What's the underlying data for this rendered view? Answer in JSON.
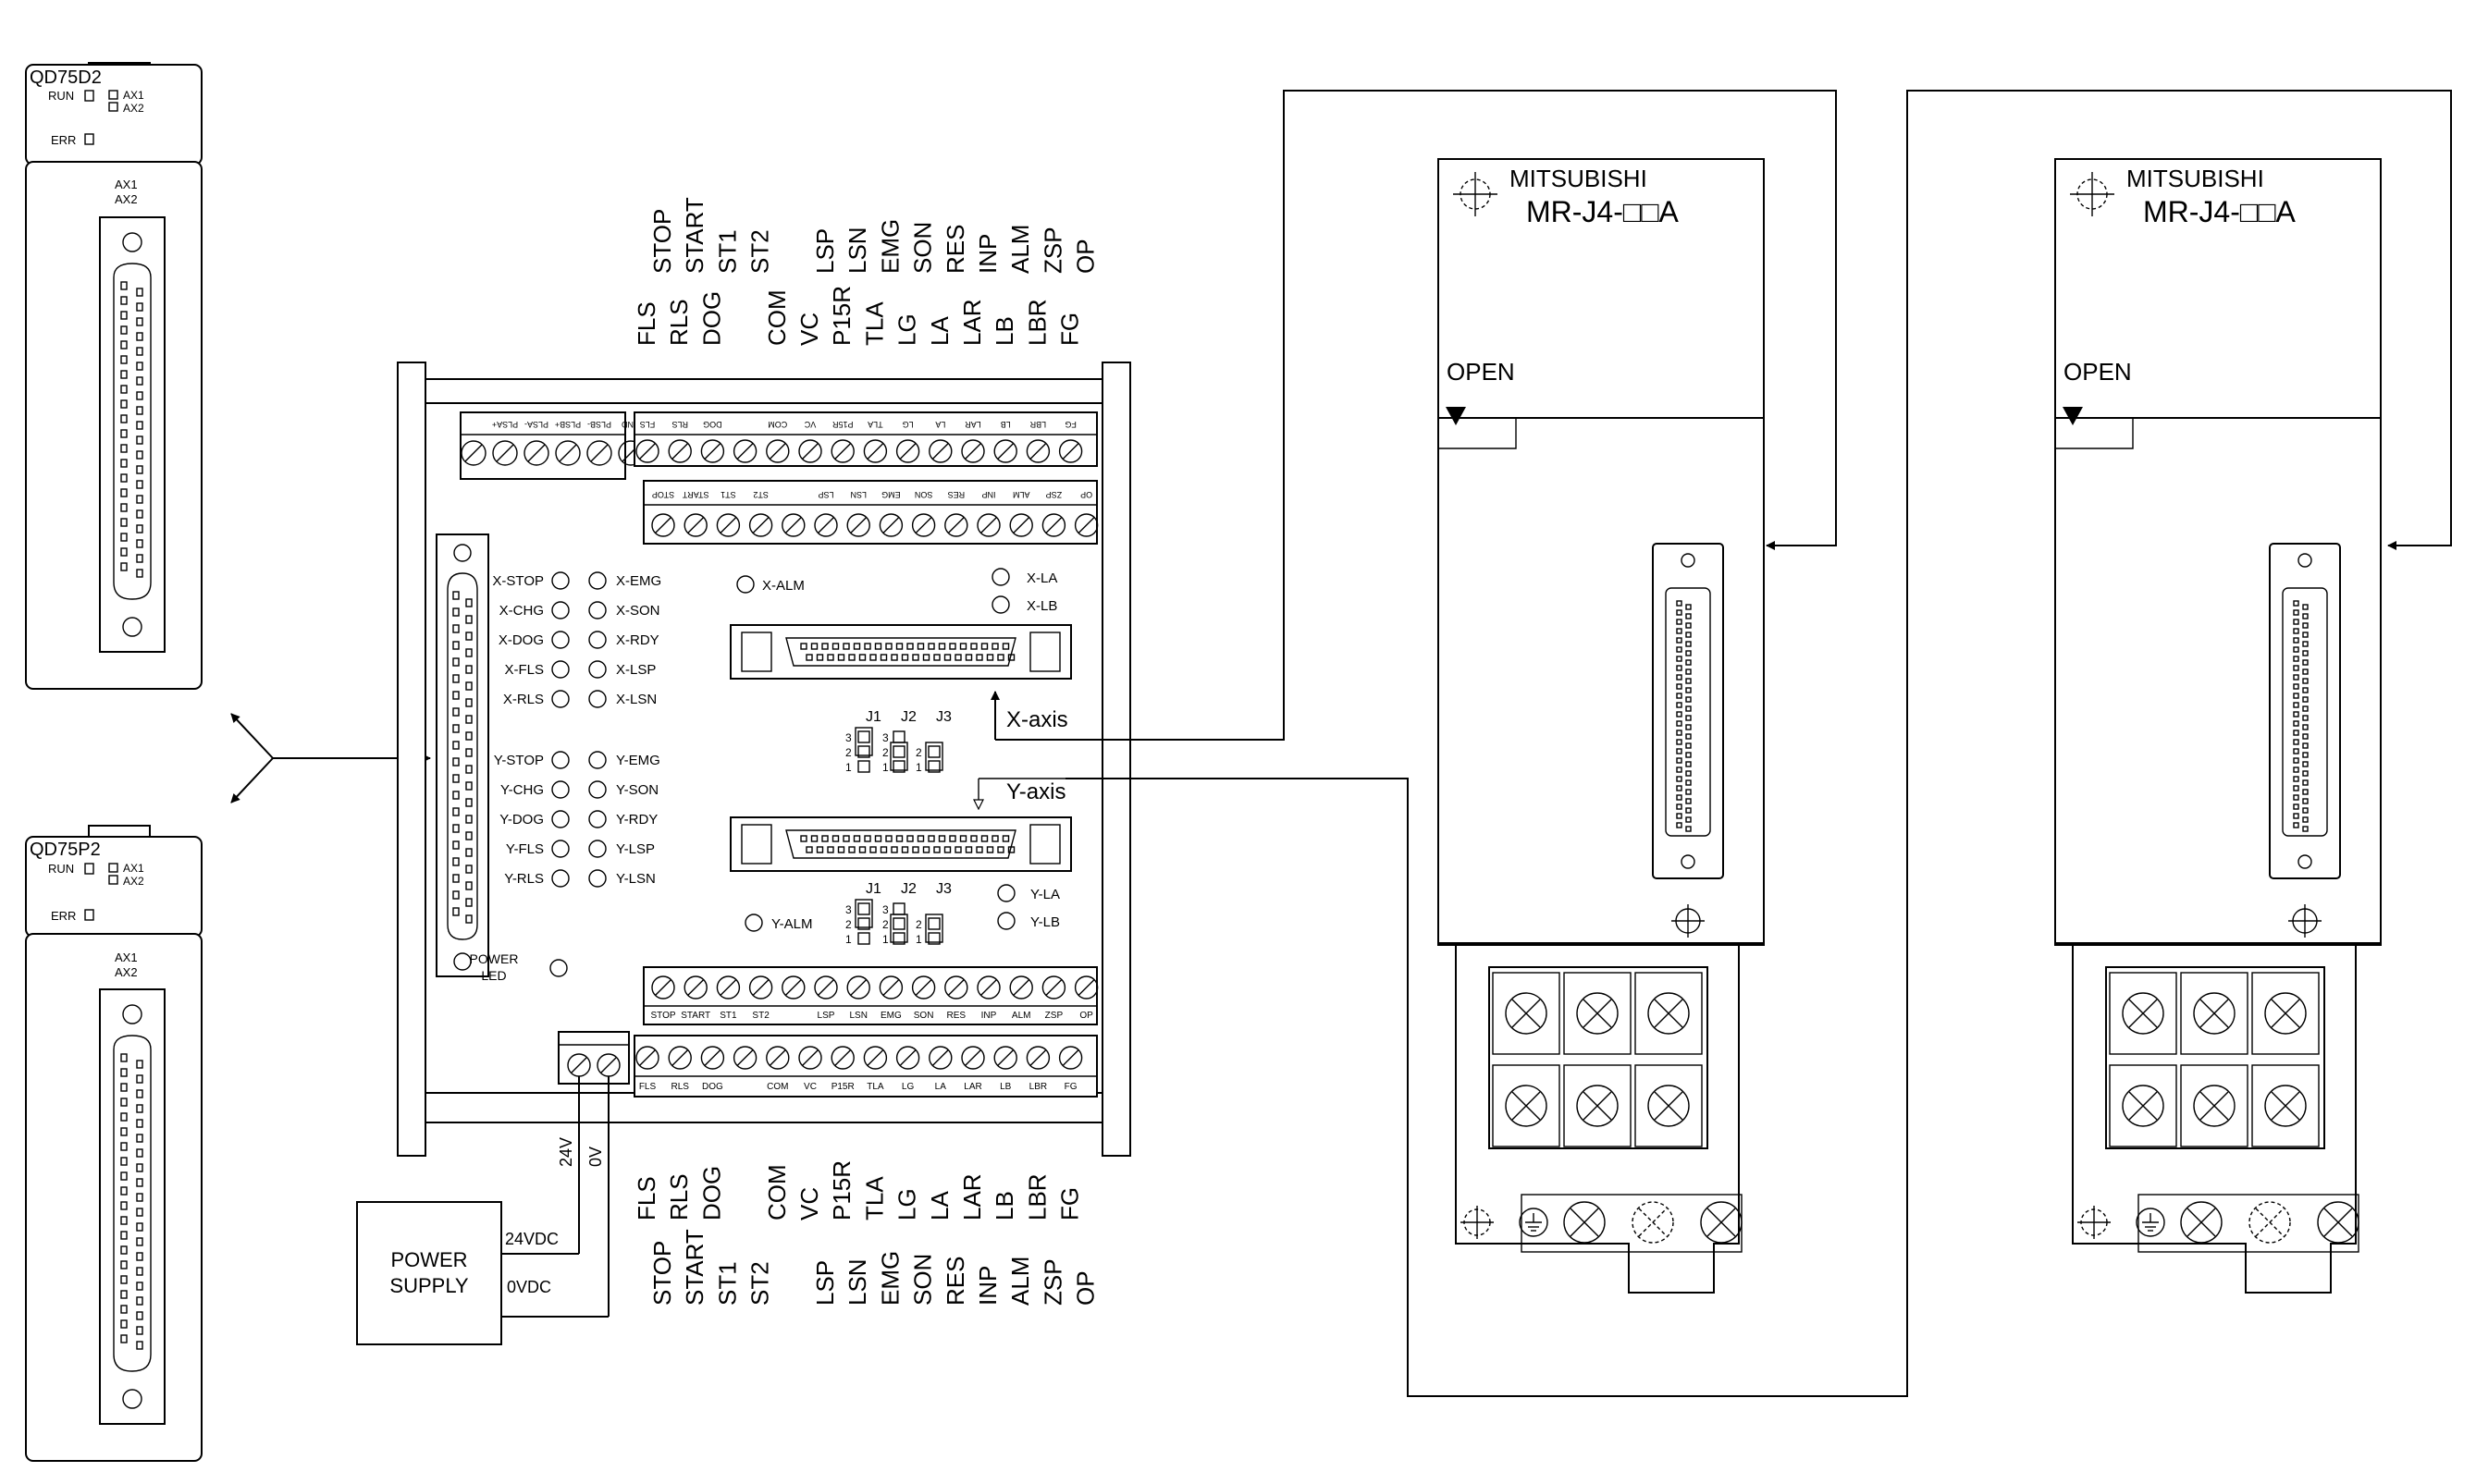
{
  "modules": [
    {
      "model": "QD75D2",
      "run": "RUN",
      "err": "ERR",
      "ax1": "AX1",
      "ax2": "AX2"
    },
    {
      "model": "QD75P2",
      "run": "RUN",
      "err": "ERR",
      "ax1": "AX1",
      "ax2": "AX2"
    }
  ],
  "top_labels_row1": [
    "FLS",
    "RLS",
    "DOG",
    "",
    "COM",
    "VC",
    "P15R",
    "TLA",
    "LG",
    "LA",
    "LAR",
    "LB",
    "LBR",
    "FG"
  ],
  "top_labels_row2": [
    "STOP",
    "START",
    "ST1",
    "ST2",
    "",
    "LSP",
    "LSN",
    "EMG",
    "SON",
    "RES",
    "INP",
    "ALM",
    "ZSP",
    "OP"
  ],
  "top_terminal_row1": [
    "FLS",
    "RLS",
    "DOG",
    "",
    "COM",
    "VC",
    "P15R",
    "TLA",
    "LG",
    "LA",
    "LAR",
    "LB",
    "LBR",
    "FG"
  ],
  "top_terminal_row2": [
    "STOP",
    "START",
    "ST1",
    "ST2",
    "",
    "LSP",
    "LSN",
    "EMG",
    "SON",
    "RES",
    "INP",
    "ALM",
    "ZSP",
    "OP"
  ],
  "pulse_terminals": [
    "GND",
    "PLSB-",
    "PLSB+",
    "PLSA-",
    "PLSA+",
    ""
  ],
  "x_leds_left": [
    "X-STOP",
    "X-CHG",
    "X-DOG",
    "X-FLS",
    "X-RLS"
  ],
  "x_leds_right": [
    "X-EMG",
    "X-SON",
    "X-RDY",
    "X-LSP",
    "X-LSN"
  ],
  "y_leds_left": [
    "Y-STOP",
    "Y-CHG",
    "Y-DOG",
    "Y-FLS",
    "Y-RLS"
  ],
  "y_leds_right": [
    "Y-EMG",
    "Y-SON",
    "Y-RDY",
    "Y-LSP",
    "Y-LSN"
  ],
  "x_misc_leds": [
    "X-ALM",
    "X-LA",
    "X-LB"
  ],
  "y_misc_leds": [
    "Y-ALM",
    "Y-LA",
    "Y-LB"
  ],
  "power_led": [
    "POWER",
    "LED"
  ],
  "jumpers": [
    "J1",
    "J2",
    "J3"
  ],
  "jumper_pins": [
    "3",
    "2",
    "1"
  ],
  "x_axis_label": "X-axis",
  "y_axis_label": "Y-axis",
  "power_terminals": [
    "24V",
    "0V"
  ],
  "power_supply": {
    "line1": "POWER",
    "line2": "SUPPLY",
    "v24": "24VDC",
    "v0": "0VDC"
  },
  "amplifiers": [
    {
      "brand": "MITSUBISHI",
      "model": "MR-J4-□□A",
      "open": "OPEN"
    },
    {
      "brand": "MITSUBISHI",
      "model": "MR-J4-□□A",
      "open": "OPEN"
    }
  ]
}
